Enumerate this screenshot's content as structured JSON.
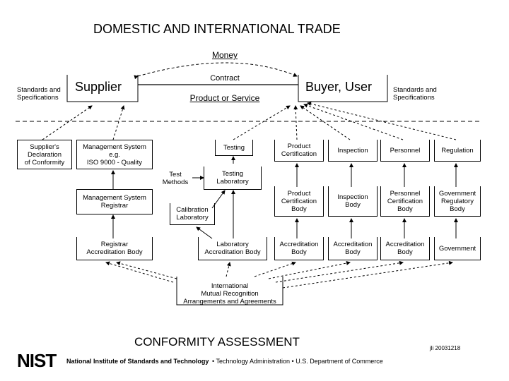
{
  "title": "DOMESTIC AND INTERNATIONAL TRADE",
  "top": {
    "money": "Money",
    "contract": "Contract",
    "product_or_service": "Product or Service",
    "supplier": "Supplier",
    "buyer_user": "Buyer, User",
    "standards_left": "Standards and\nSpecifications",
    "standards_right": "Standards and\nSpecifications"
  },
  "row1": {
    "suppliers_declaration": "Supplier's\nDeclaration\nof Conformity",
    "management_system": "Management System\ne.g.\nISO 9000 - Quality",
    "testing": "Testing",
    "product_certification": "Product\nCertification",
    "inspection": "Inspection",
    "personnel": "Personnel",
    "regulation": "Regulation"
  },
  "row2": {
    "test_methods": "Test\nMethods",
    "testing_laboratory": "Testing\nLaboratory"
  },
  "row3": {
    "management_system_registrar": "Management System\nRegistrar",
    "calibration_laboratory": "Calibration\nLaboratory",
    "product_certification_body": "Product\nCertification\nBody",
    "inspection_body": "Inspection\nBody",
    "personnel_certification_body": "Personnel\nCertification\nBody",
    "government_regulatory_body": "Government\nRegulatory\nBody"
  },
  "row4": {
    "registrar_accreditation_body": "Registrar\nAccreditation Body",
    "laboratory_accreditation_body": "Laboratory\nAccreditation Body",
    "accreditation_body_1": "Accreditation\nBody",
    "accreditation_body_2": "Accreditation\nBody",
    "accreditation_body_3": "Accreditation\nBody",
    "government": "Government"
  },
  "international": "International\nMutual Recognition\nArrangements and Agreements",
  "subtitle": "CONFORMITY ASSESSMENT",
  "code": "jli 20031218",
  "footer": {
    "logo": "NIST",
    "institute": "National Institute of Standards and Technology",
    "line": "• Technology Administration • U.S. Department of Commerce"
  }
}
